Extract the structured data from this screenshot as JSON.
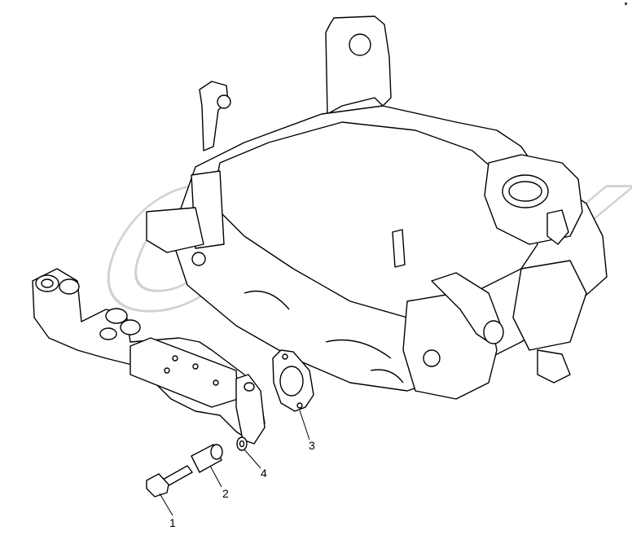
{
  "diagram": {
    "watermark": "OPEX",
    "corner_code": "■",
    "callouts": [
      {
        "id": "1",
        "label": "1"
      },
      {
        "id": "2",
        "label": "2"
      },
      {
        "id": "3",
        "label": "3"
      },
      {
        "id": "4",
        "label": "4"
      }
    ]
  },
  "colors": {
    "line": "#000000",
    "watermark": "#d9d9d9",
    "background": "#ffffff"
  }
}
